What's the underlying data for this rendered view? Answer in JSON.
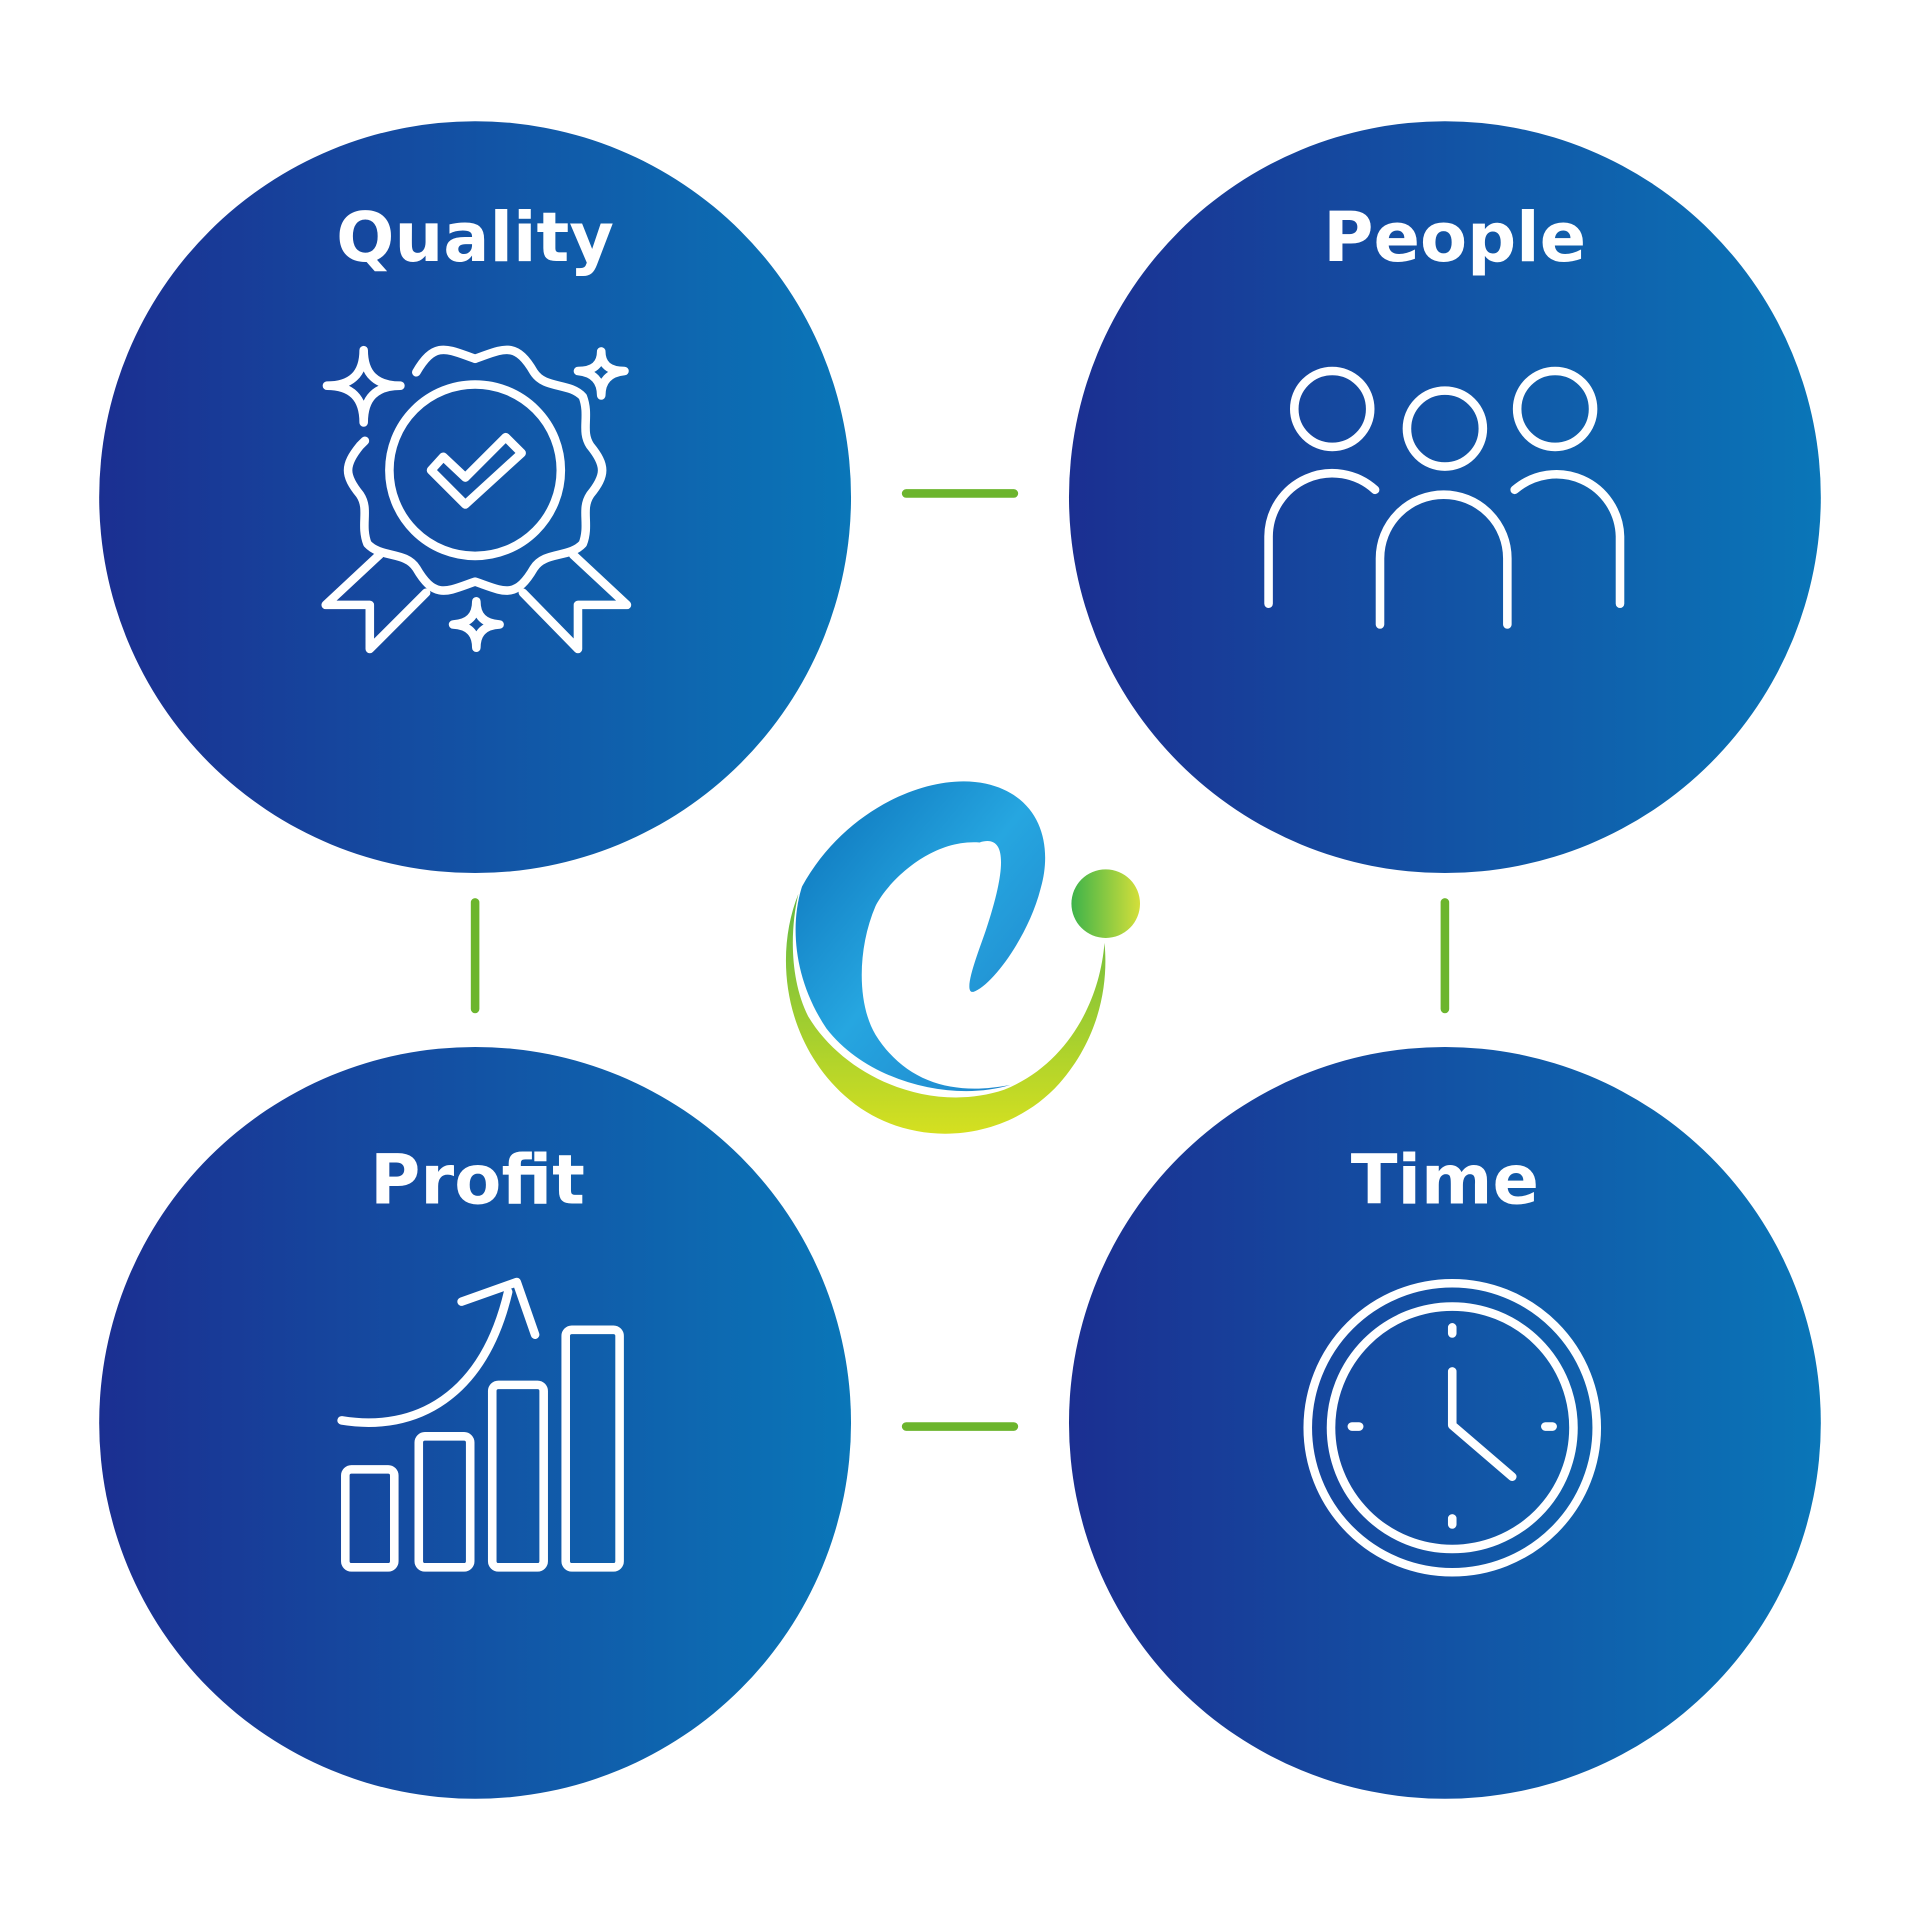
{
  "diagram": {
    "nodes": [
      {
        "id": "quality",
        "label": "Quality",
        "icon": "award-badge-icon"
      },
      {
        "id": "people",
        "label": "People",
        "icon": "people-group-icon"
      },
      {
        "id": "profit",
        "label": "Profit",
        "icon": "growth-bar-chart-icon"
      },
      {
        "id": "time",
        "label": "Time",
        "icon": "clock-icon"
      }
    ],
    "connections": [
      [
        "quality",
        "people"
      ],
      [
        "quality",
        "profit"
      ],
      [
        "people",
        "time"
      ],
      [
        "profit",
        "time"
      ]
    ],
    "center_logo": "brand-logo-swoosh"
  },
  "colors": {
    "circle_left": "#1b2f91",
    "circle_right": "#0a76b8",
    "connector": "#6cb52d",
    "logo_blue": "#1f8fd4",
    "logo_green": "#9cc93a",
    "text": "#ffffff"
  }
}
